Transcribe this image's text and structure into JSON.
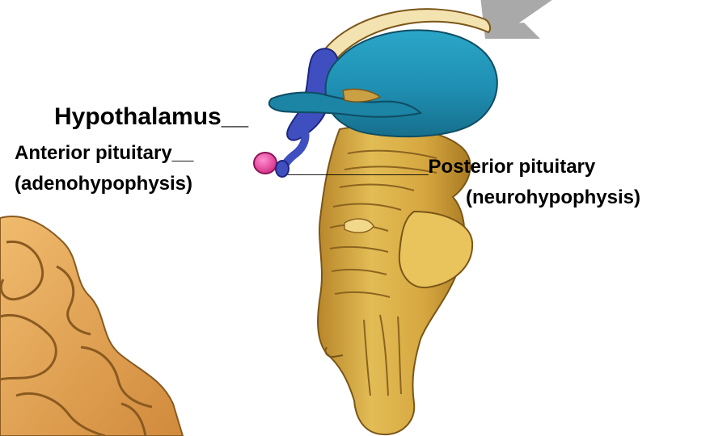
{
  "labels": {
    "hypothalamus": "Hypothalamus__",
    "anterior_line1": "Anterior pituitary__",
    "anterior_line2": "(adenohypophysis)",
    "posterior_line1": "_____________Posterior pituitary",
    "posterior_line2": "(neurohypophysis)"
  },
  "colors": {
    "background": "#ffffff",
    "text": "#000000",
    "thalamus_blue": "#1e8fb0",
    "hypothalamus_indigo": "#3f4fc0",
    "anterior_pituitary_pink": "#e0358f",
    "brainstem_gold": "#d4a93e",
    "cerebrum_orange": "#e2a456",
    "arrow_gray": "#a8a8a8"
  }
}
